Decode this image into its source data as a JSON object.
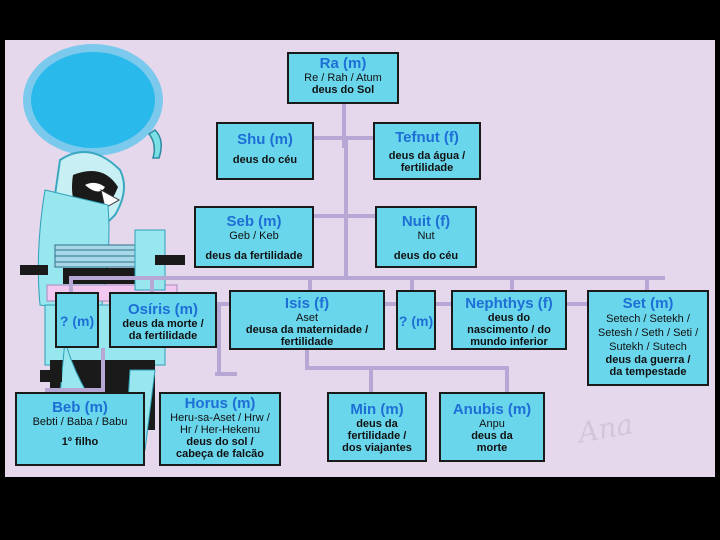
{
  "diagram": {
    "ra": {
      "title": "Ra (m)",
      "aliases": "Re / Rah / Atum",
      "desc": "deus do Sol"
    },
    "shu": {
      "title": "Shu (m)",
      "desc": "deus do céu"
    },
    "tefnut": {
      "title": "Tefnut (f)",
      "desc": "deus da água / fertilidade"
    },
    "seb": {
      "title": "Seb (m)",
      "aliases": "Geb / Keb",
      "desc": "deus da fertilidade"
    },
    "nuit": {
      "title": "Nuit (f)",
      "aliases": "Nut",
      "desc": "deus do céu"
    },
    "unknown1": {
      "title": "? (m)"
    },
    "osiris": {
      "title": "Osíris (m)",
      "desc": "deus da morte / da fertilidade"
    },
    "isis": {
      "title": "Isis (f)",
      "aliases": "Aset",
      "desc": "deusa da maternidade / fertilidade"
    },
    "unknown2": {
      "title": "? (m)"
    },
    "nephthys": {
      "title": "Nephthys (f)",
      "desc": "deus do nascimento / do mundo inferior"
    },
    "set": {
      "title": "Set (m)",
      "aliases": "Setech / Setekh / Setesh / Seth / Seti / Sutekh / Sutech",
      "desc": "deus da guerra / da tempestade"
    },
    "beb": {
      "title": "Beb (m)",
      "aliases": "Bebti / Baba / Babu",
      "desc": "1º filho"
    },
    "horus": {
      "title": "Horus (m)",
      "aliases": "Heru-sa-Aset / Hrw / Hr / Her-Hekenu",
      "desc": "deus do sol / cabeça de falcão"
    },
    "min": {
      "title": "Min (m)",
      "desc": "deus da fertilidade / dos viajantes"
    },
    "anubis": {
      "title": "Anubis (m)",
      "aliases": "Anpu",
      "desc": "deus da morte"
    }
  },
  "signature": "Ana",
  "colors": {
    "box": "#6ad6ec",
    "title": "#1d6fd6",
    "background": "#e6d8ec",
    "lines": "#b7a7d4",
    "frame": "#000000"
  }
}
